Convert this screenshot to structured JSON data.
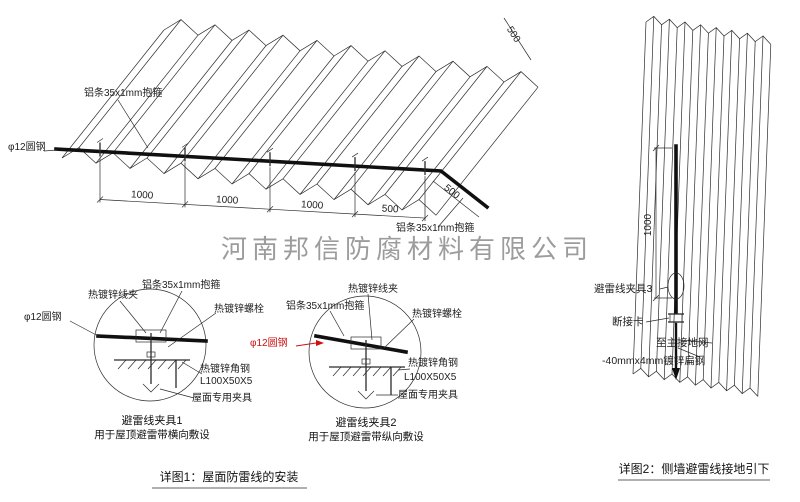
{
  "watermark": "河南邦信防腐材料有限公司",
  "colors": {
    "line": "#2b2b2b",
    "red": "#cc1111",
    "watermark": "#8f8f8f"
  },
  "roof": {
    "label_strip_top": "铝条35x1mm抱箍",
    "label_round_steel": "φ12圆钢",
    "label_strip_bottom": "铝条35x1mm抱箍",
    "dim_1000": "1000",
    "dim_500": "500",
    "dim_side_500": "500",
    "dim_top_500": "500"
  },
  "detail1": {
    "label_wire_clamp": "热镀锌线夹",
    "label_strip": "铝条35x1mm抱箍",
    "label_bolt": "热镀锌螺栓",
    "label_round_steel": "φ12圆钢",
    "label_angle_steel": "热镀锌角钢",
    "label_angle_size": "L100X50X5",
    "label_roof_fastener": "屋面专用夹具",
    "title": "避雷线夹具1",
    "subtitle": "用于屋顶避雷带横向敷设"
  },
  "detail2": {
    "label_wire_clamp": "热镀锌线夹",
    "label_strip": "铝条35x1mm抱箍",
    "label_bolt": "热镀锌螺栓",
    "label_round_steel": "φ12圆钢",
    "label_angle_steel": "热镀锌角钢",
    "label_angle_size": "L100X50X5",
    "label_roof_fastener": "屋面专用夹具",
    "title": "避雷线夹具2",
    "subtitle": "用于屋顶避雷带纵向敷设"
  },
  "wall": {
    "dim": "1000",
    "label_clamp": "避雷线夹具3",
    "label_disconnect": "断接卡",
    "label_to_ground": "至主接地网",
    "label_flat_steel": "-40mmx4mm镀锌扁钢"
  },
  "captions": {
    "fig1": "详图1：屋面防雷线的安装",
    "fig2": "详图2：侧墙避雷线接地引下"
  }
}
